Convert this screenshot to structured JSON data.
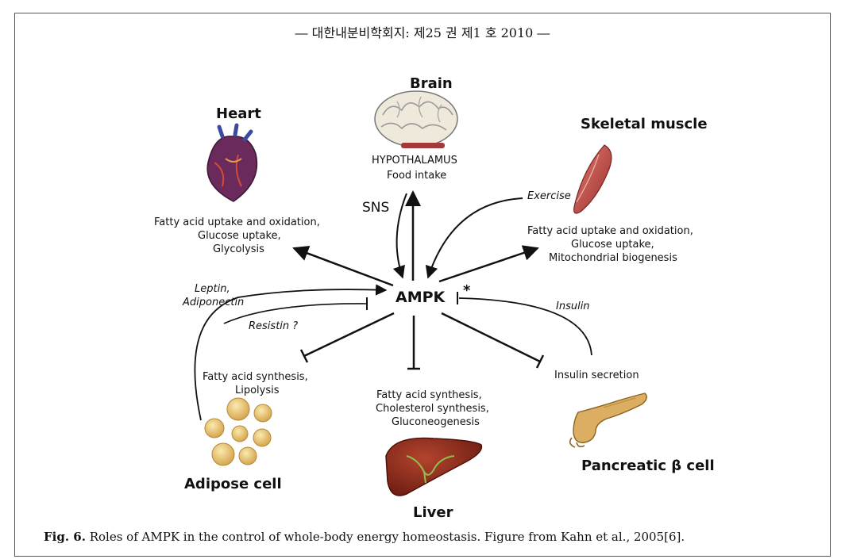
{
  "header": {
    "text": "― 대한내분비학회지: 제25 권 제1 호 2010 ―"
  },
  "center": {
    "label": "AMPK",
    "star": "*"
  },
  "brain": {
    "title": "Brain",
    "line1": "HYPOTHALAMUS",
    "line2": "Food intake",
    "sns": "SNS"
  },
  "heart": {
    "title": "Heart",
    "line1": "Fatty acid uptake and oxidation,",
    "line2": "Glucose uptake,",
    "line3": "Glycolysis"
  },
  "muscle": {
    "title": "Skeletal muscle",
    "exercise": "Exercise",
    "line1": "Fatty acid uptake and oxidation,",
    "line2": "Glucose uptake,",
    "line3": "Mitochondrial biogenesis"
  },
  "adipose": {
    "title": "Adipose cell",
    "line1": "Fatty acid synthesis,",
    "line2": "Lipolysis",
    "leptin1": "Leptin,",
    "leptin2": "Adiponectin",
    "resistin": "Resistin ?"
  },
  "liver": {
    "title": "Liver",
    "line1": "Fatty acid synthesis,",
    "line2": "Cholesterol synthesis,",
    "line3": "Gluconeogenesis"
  },
  "pancreas": {
    "title": "Pancreatic β cell",
    "insulin": "Insulin",
    "secretion": "Insulin secretion"
  },
  "caption": {
    "label": "Fig. 6.",
    "text": " Roles of AMPK in the control of whole-body energy homeostasis. Figure from Kahn et al., 2005[6]."
  },
  "colors": {
    "heart": "#7a2a5a",
    "muscle": "#c0504d",
    "fat": "#e7c67a",
    "liver": "#8b2a1e",
    "pancreas": "#d8a85a",
    "brain": "#efe9dc"
  }
}
